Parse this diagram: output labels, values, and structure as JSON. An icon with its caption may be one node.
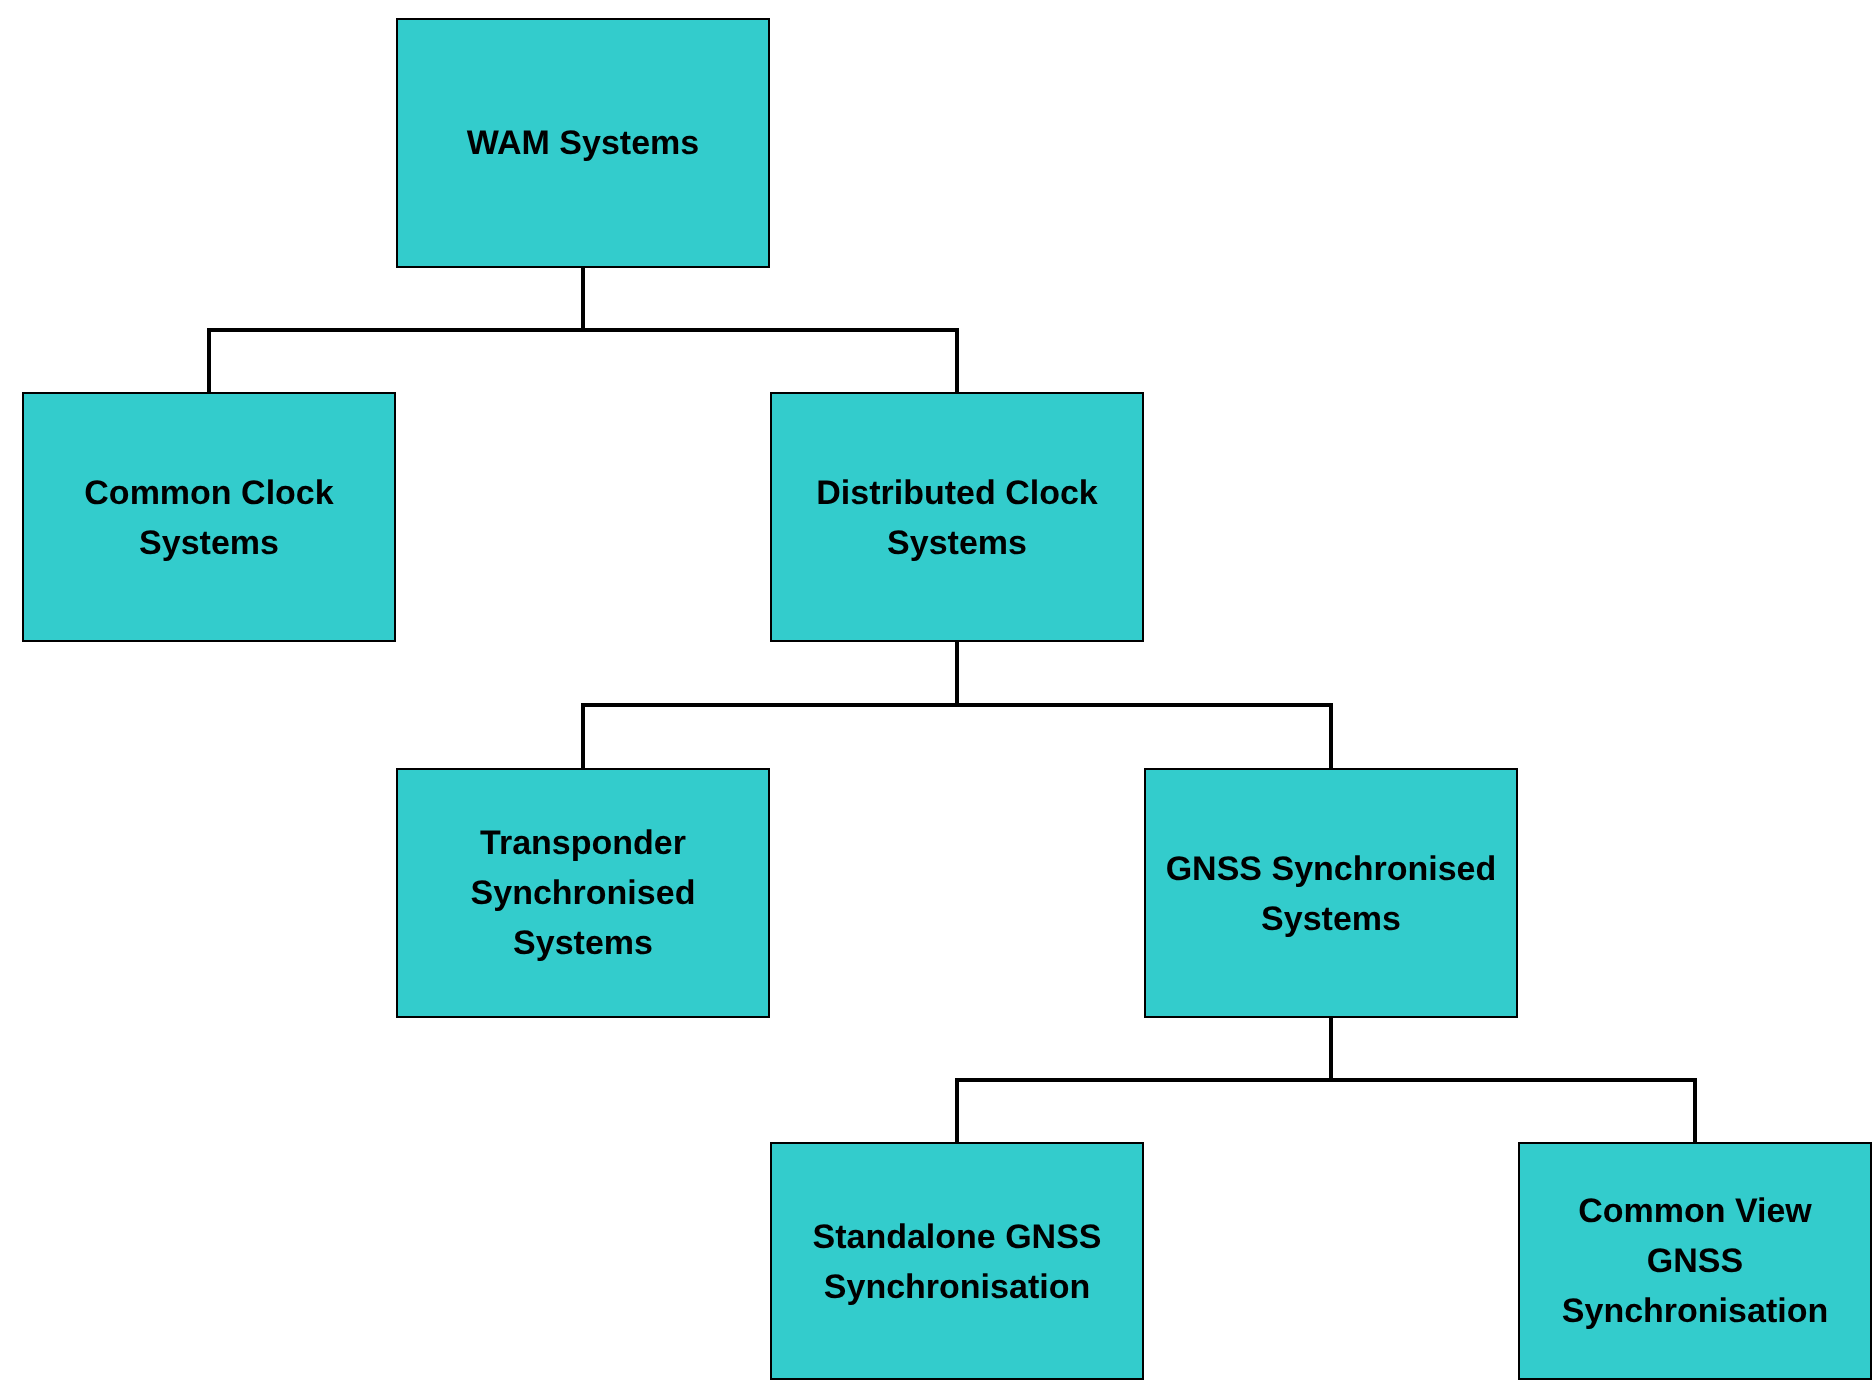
{
  "diagram": {
    "nodes": [
      {
        "text": [
          "WAM Systems"
        ]
      },
      {
        "text": [
          "Common Clock Systems"
        ]
      },
      {
        "text": [
          "Distributed Clock Systems"
        ]
      },
      {
        "text": [
          "Transponder Synchronised Systems"
        ]
      },
      {
        "text": [
          "GNSS Synchronised Systems"
        ]
      },
      {
        "text": [
          "Standalone GNSS Synchronisation"
        ]
      },
      {
        "text": [
          "Common View GNSS Synchronisation"
        ]
      }
    ],
    "edges": [
      {
        "from": 0,
        "to": 1,
        "arrow": "none"
      },
      {
        "from": 0,
        "to": 2,
        "arrow": "none"
      },
      {
        "from": 2,
        "to": 3,
        "arrow": "none"
      },
      {
        "from": 2,
        "to": 4,
        "arrow": "none"
      },
      {
        "from": 4,
        "to": 5,
        "arrow": "none"
      },
      {
        "from": 4,
        "to": 6,
        "arrow": "none"
      }
    ]
  }
}
